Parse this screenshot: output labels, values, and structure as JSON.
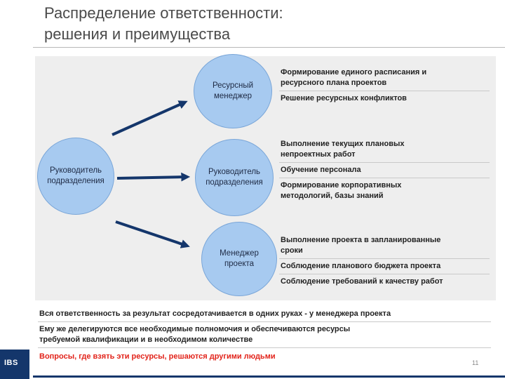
{
  "title": {
    "line1": "Распределение ответственности:",
    "line2": "решения и преимущества"
  },
  "diagram": {
    "source": {
      "line1": "Руководитель",
      "line2": "подразделения"
    },
    "targets": [
      {
        "line1": "Ресурсный",
        "line2": "менеджер"
      },
      {
        "line1": "Руководитель",
        "line2": "подразделения"
      },
      {
        "line1": "Менеджер",
        "line2": "проекта"
      }
    ],
    "responsibilities": [
      {
        "line1": "Формирование единого расписания и",
        "line2": "ресурсного плана проектов"
      },
      {
        "line1": "Решение ресурсных конфликтов"
      },
      {
        "line1": "Выполнение текущих плановых",
        "line2": "непроектных работ"
      },
      {
        "line1": "Обучение персонала"
      },
      {
        "line1": "Формирование корпоративных",
        "line2": "методологий, базы знаний"
      },
      {
        "line1": "Выполнение проекта в запланированные",
        "line2": "сроки"
      },
      {
        "line1": "Соблюдение планового бюджета проекта"
      },
      {
        "line1": "Соблюдение требований к качеству работ"
      }
    ]
  },
  "bottom": {
    "note1": "Вся ответственность за результат сосредотачивается в одних руках - у менеджера проекта",
    "note2_line1": "Ему же делегируются все необходимые полномочия и обеспечиваются ресурсы",
    "note2_line2": "требуемой квалификации и в необходимом количестве",
    "question": "Вопросы, где взять эти ресурсы, решаются другими людьми"
  },
  "logo": "IBS",
  "page_number": "11",
  "colors": {
    "circle_fill": "#a7caf0",
    "arrow": "#14366b",
    "question_text": "#e2231a",
    "footer_bar": "#14366b"
  }
}
